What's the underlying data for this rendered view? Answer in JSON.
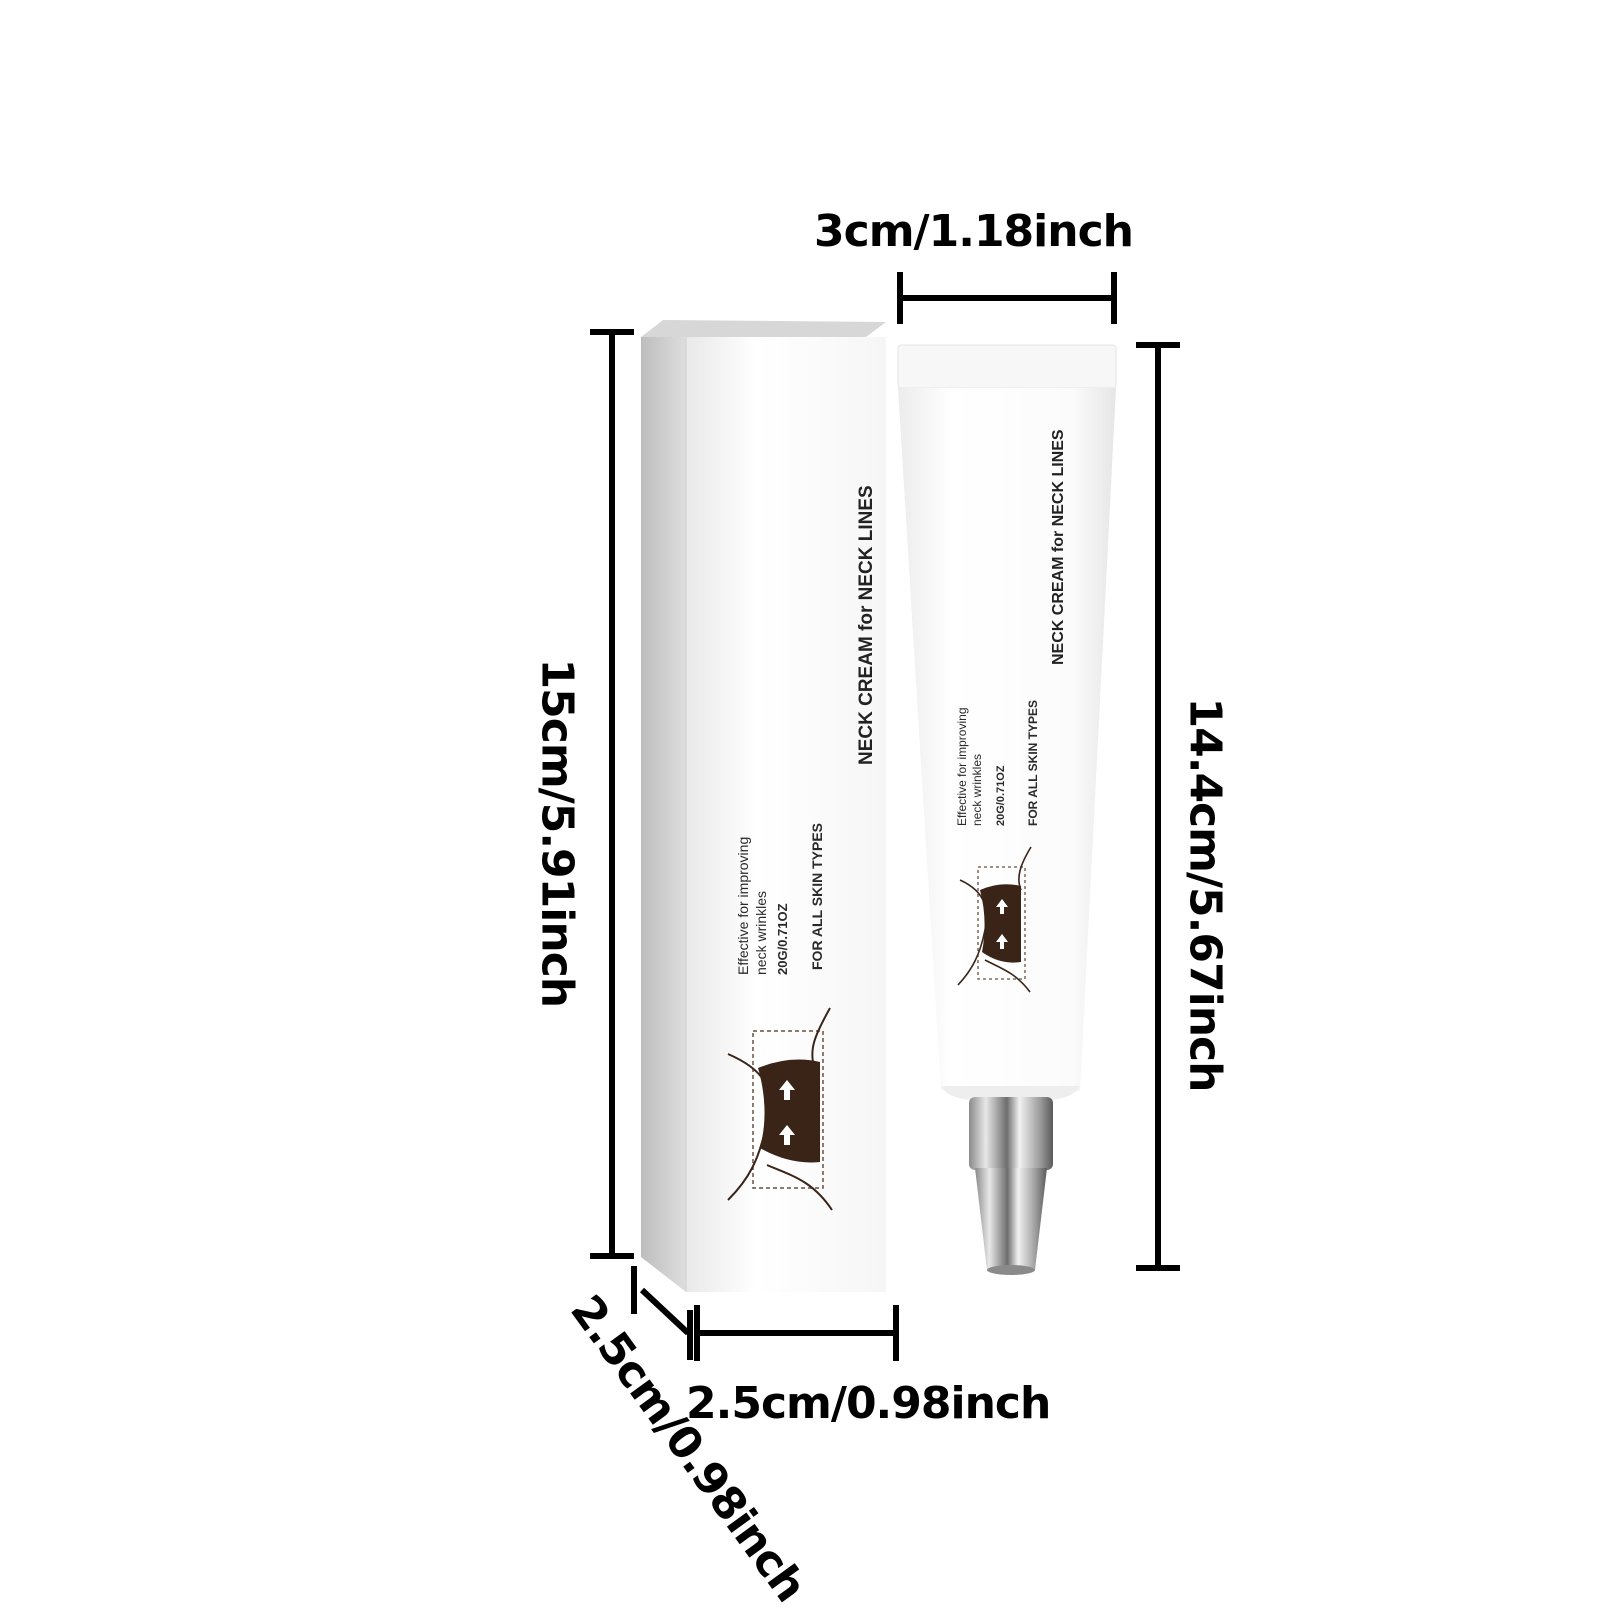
{
  "dimensions": {
    "tube_width": "3cm/1.18inch",
    "box_height": "15cm/5.91inch",
    "tube_height": "14.4cm/5.67inch",
    "box_width": "2.5cm/0.98inch",
    "box_depth": "2.5cm/0.98inch"
  },
  "box": {
    "product_name": "NECK CREAM for NECK LINES",
    "claim_line1": "Effective for improving",
    "claim_line2": "neck wrinkles",
    "weight": "20G/0.71OZ",
    "skin_types": "FOR ALL SKIN TYPES"
  },
  "tube": {
    "product_name": "NECK CREAM for NECK LINES",
    "claim_line1": "Effective for improving",
    "claim_line2": "neck wrinkles",
    "weight": "20G/0.71OZ",
    "skin_types": "FOR ALL SKIN TYPES"
  },
  "colors": {
    "icon_fill": "#3a2418",
    "measure_line": "#000000",
    "box_front": "#ffffff",
    "box_side": "#c9c9c9"
  }
}
